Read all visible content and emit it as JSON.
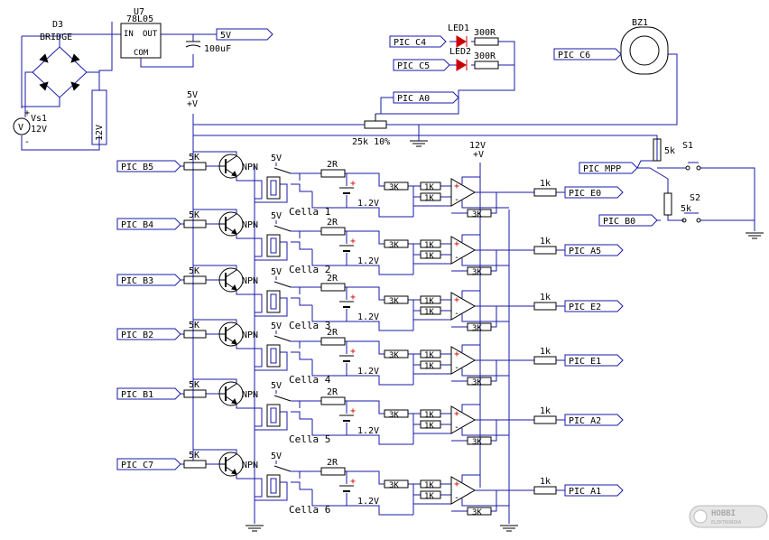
{
  "colors": {
    "wire": "#1a1aa8",
    "component": "#000000",
    "plus_mark": "#cc0000",
    "background": "#ffffff"
  },
  "power": {
    "bridge": {
      "ref": "D3",
      "type": "BRIDGE"
    },
    "regulator": {
      "ref": "U7",
      "type": "78L05",
      "pin_in": "IN",
      "pin_out": "OUT",
      "pin_com": "COM"
    },
    "cap": {
      "value": "100uF"
    },
    "rail_label": "5V",
    "source": {
      "ref": "Vs1",
      "value": "12V",
      "symbol": "V",
      "plus": "+",
      "minus": "-"
    },
    "rail_12v": "12V",
    "rail_5v_label": "5V",
    "rail_5v_symbol": "+V",
    "opamp_supply": "12V",
    "opamp_supply_symbol": "+V"
  },
  "leds": {
    "led1": {
      "ref": "LED1",
      "port": "PIC C4",
      "resistor": "300R"
    },
    "led2": {
      "ref": "LED2",
      "port": "PIC C5",
      "resistor": "300R"
    }
  },
  "buzzer": {
    "ref": "BZ1",
    "port": "PIC C6"
  },
  "pot": {
    "port": "PIC A0",
    "value": "25k 10%"
  },
  "switches": {
    "s1": {
      "ref": "S1",
      "resistor": "5k",
      "port": "PIC MPP"
    },
    "s2": {
      "ref": "S2",
      "resistor": "5k",
      "port": "PIC B0"
    }
  },
  "cells": [
    {
      "in_port": "PIC B5",
      "base_res": "5K",
      "transistor": "NPN",
      "supply": "5V",
      "res_2r": "2R",
      "battery": "1.2V",
      "name": "Cella 1",
      "r3k": "3K",
      "r1k_a": "1K",
      "r1k_b": "1K",
      "r3k_fb": "3K",
      "out_res": "1k",
      "out_port": "PIC E0"
    },
    {
      "in_port": "PIC B4",
      "base_res": "5K",
      "transistor": "NPN",
      "supply": "5V",
      "res_2r": "2R",
      "battery": "1.2V",
      "name": "Cella 2",
      "r3k": "3K",
      "r1k_a": "1K",
      "r1k_b": "1K",
      "r3k_fb": "3K",
      "out_res": "1k",
      "out_port": "PIC A5"
    },
    {
      "in_port": "PIC B3",
      "base_res": "5K",
      "transistor": "NPN",
      "supply": "5V",
      "res_2r": "2R",
      "battery": "1.2V",
      "name": "Cella 3",
      "r3k": "3K",
      "r1k_a": "1K",
      "r1k_b": "1K",
      "r3k_fb": "3K",
      "out_res": "1k",
      "out_port": "PIC E2"
    },
    {
      "in_port": "PIC B2",
      "base_res": "5K",
      "transistor": "NPN",
      "supply": "5V",
      "res_2r": "2R",
      "battery": "1.2V",
      "name": "Cella 4",
      "r3k": "3K",
      "r1k_a": "1K",
      "r1k_b": "1K",
      "r3k_fb": "3K",
      "out_res": "1k",
      "out_port": "PIC E1"
    },
    {
      "in_port": "PIC B1",
      "base_res": "5K",
      "transistor": "NPN",
      "supply": "5V",
      "res_2r": "2R",
      "battery": "1.2V",
      "name": "Cella 5",
      "r3k": "3K",
      "r1k_a": "1K",
      "r1k_b": "1K",
      "r3k_fb": "3K",
      "out_res": "1k",
      "out_port": "PIC A2"
    },
    {
      "in_port": "PIC C7",
      "base_res": "5K",
      "transistor": "NPN",
      "supply": "5V",
      "res_2r": "2R",
      "battery": "1.2V",
      "name": "Cella 6",
      "r3k": "3K",
      "r1k_a": "1K",
      "r1k_b": "1K",
      "r3k_fb": "3K",
      "out_res": "1k",
      "out_port": "PIC A1"
    }
  ],
  "watermark": {
    "line1": "HOBBI",
    "line2": "ELEKTRONIKA"
  }
}
